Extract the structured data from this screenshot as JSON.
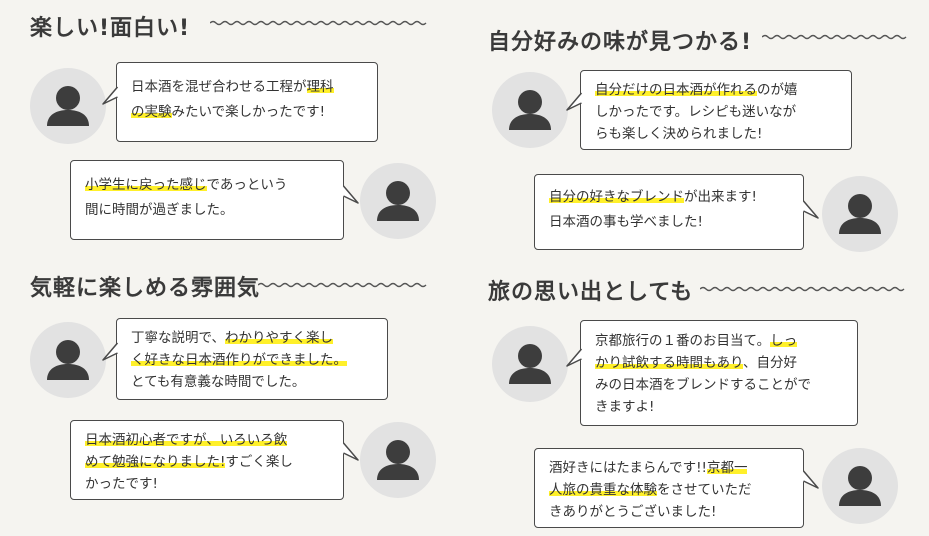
{
  "sections": [
    {
      "heading": "楽しい!面白い!",
      "comments": [
        {
          "lines": [
            [
              {
                "t": "日本酒を混ぜ合わせる工程が"
              },
              {
                "t": "理科",
                "hl": true
              }
            ],
            [
              {
                "t": "の実験",
                "hl": true
              },
              {
                "t": "みたいで楽しかったです!"
              }
            ]
          ]
        },
        {
          "lines": [
            [
              {
                "t": "小学生に戻った感じ",
                "hl": true
              },
              {
                "t": "であっという"
              }
            ],
            [
              {
                "t": "間に時間が過ぎました。"
              }
            ]
          ]
        }
      ]
    },
    {
      "heading": "自分好みの味が見つかる!",
      "comments": [
        {
          "lines": [
            [
              {
                "t": "自分だけの日本酒が作れる",
                "hl": true
              },
              {
                "t": "のが嬉"
              }
            ],
            [
              {
                "t": "しかったです。レシピも迷いなが"
              }
            ],
            [
              {
                "t": "らも楽しく決められました!"
              }
            ]
          ]
        },
        {
          "lines": [
            [
              {
                "t": "自分の好きなブレンド",
                "hl": true
              },
              {
                "t": "が出来ます!"
              }
            ],
            [
              {
                "t": "日本酒の事も学べました!"
              }
            ]
          ]
        }
      ]
    },
    {
      "heading": "気軽に楽しめる雰囲気",
      "comments": [
        {
          "lines": [
            [
              {
                "t": "丁寧な説明で、"
              },
              {
                "t": "わかりやすく楽し",
                "hl": true
              }
            ],
            [
              {
                "t": "く好きな日本酒作りができました。",
                "hl": true
              }
            ],
            [
              {
                "t": "とても有意義な時間でした。"
              }
            ]
          ]
        },
        {
          "lines": [
            [
              {
                "t": "日本酒初心者ですが、いろいろ飲",
                "hl": true
              }
            ],
            [
              {
                "t": "めて勉強になりました!",
                "hl": true
              },
              {
                "t": "すごく楽し"
              }
            ],
            [
              {
                "t": "かったです!"
              }
            ]
          ]
        }
      ]
    },
    {
      "heading": "旅の思い出としても",
      "comments": [
        {
          "lines": [
            [
              {
                "t": "京都旅行の１番のお目当て。"
              },
              {
                "t": "しっ",
                "hl": true
              }
            ],
            [
              {
                "t": "かり試飲する時間もあり",
                "hl": true
              },
              {
                "t": "、自分好"
              }
            ],
            [
              {
                "t": "みの日本酒をブレンドすることがで"
              }
            ],
            [
              {
                "t": "きますよ!"
              }
            ]
          ]
        },
        {
          "lines": [
            [
              {
                "t": "酒好きにはたまらんです!!"
              },
              {
                "t": "京都一",
                "hl": true
              }
            ],
            [
              {
                "t": "人旅の貴重な体験",
                "hl": true
              },
              {
                "t": "をさせていただ"
              }
            ],
            [
              {
                "t": "きありがとうございました!"
              }
            ]
          ]
        }
      ]
    }
  ],
  "colors": {
    "highlight": "#fff02a",
    "avatar_bg": "#e2e2e2",
    "avatar_icon": "#3d3d3d",
    "border": "#4a4a4a"
  },
  "icons": {
    "avatar": "user-silhouette-icon"
  }
}
